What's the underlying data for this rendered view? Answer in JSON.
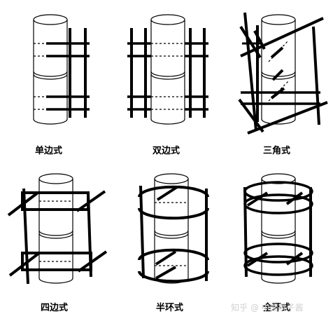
{
  "captions": [
    "单边式",
    "双边式",
    "三角式",
    "四边式",
    "半环式",
    "全环式"
  ],
  "watermark": "知乎 @ 中国桃子酱",
  "colors": {
    "ink": "#000000",
    "cylinder_fill": "#ffffff",
    "background": "#ffffff"
  }
}
